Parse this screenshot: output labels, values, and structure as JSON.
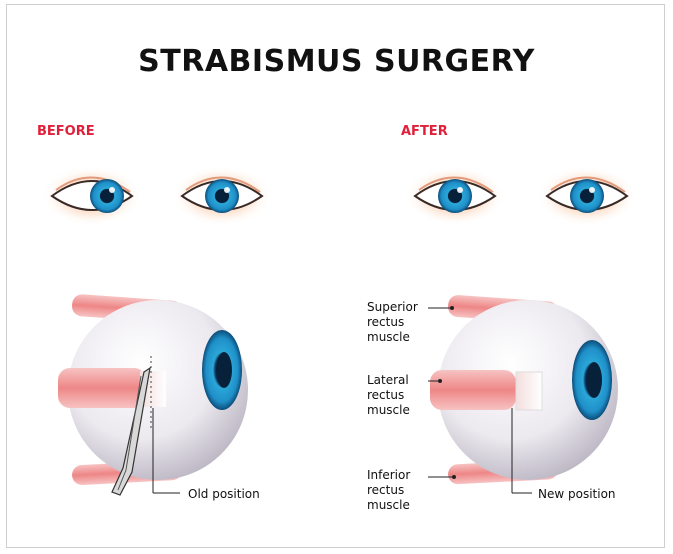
{
  "title": "STRABISMUS SURGERY",
  "before": {
    "label": "BEFORE",
    "callout": "Old position"
  },
  "after": {
    "label": "AFTER",
    "callout": "New position",
    "muscles": {
      "superior": [
        "Superior",
        "rectus",
        "muscle"
      ],
      "lateral": [
        "Lateral",
        "rectus",
        "muscle"
      ],
      "inferior": [
        "Inferior",
        "rectus",
        "muscle"
      ]
    }
  },
  "colors": {
    "accent": "#e0203a",
    "iris": "#1f8fc8",
    "muscle": "#f08c8c"
  }
}
